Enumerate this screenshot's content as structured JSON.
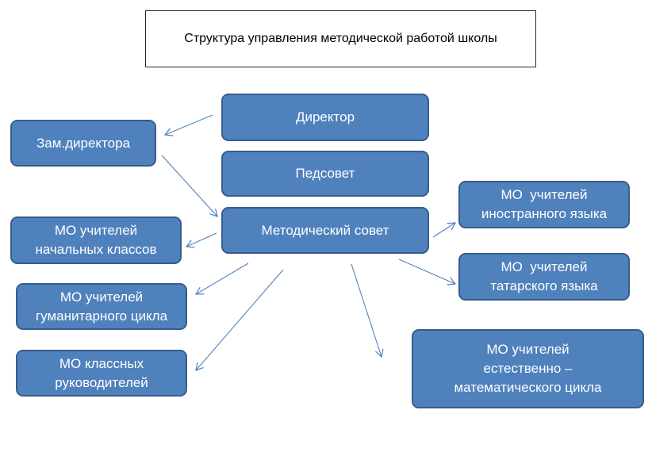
{
  "title": "Структура управления методической работой школы",
  "nodes": {
    "director": {
      "lines": [
        "Директор"
      ]
    },
    "deputy": {
      "lines": [
        "Зам.директора"
      ]
    },
    "pedsovet": {
      "lines": [
        "Педсовет"
      ]
    },
    "method_council": {
      "lines": [
        "Методический совет"
      ]
    },
    "mo_primary": {
      "lines": [
        "МО учителей",
        "начальных классов"
      ]
    },
    "mo_foreign": {
      "lines": [
        "МО  учителей",
        "иностранного языка"
      ]
    },
    "mo_tatar": {
      "lines": [
        "МО  учителей",
        "татарского языка"
      ]
    },
    "mo_humanities": {
      "lines": [
        "МО учителей",
        "гуманитарного цикла"
      ]
    },
    "mo_class_teachers": {
      "lines": [
        "МО классных",
        "руководителей"
      ]
    },
    "mo_science": {
      "lines": [
        "МО учителей",
        "естественно –",
        "математического цикла"
      ]
    }
  },
  "colors": {
    "box_fill": "#4f81bd",
    "box_border": "#385d8a",
    "arrow": "#4f81bd"
  }
}
